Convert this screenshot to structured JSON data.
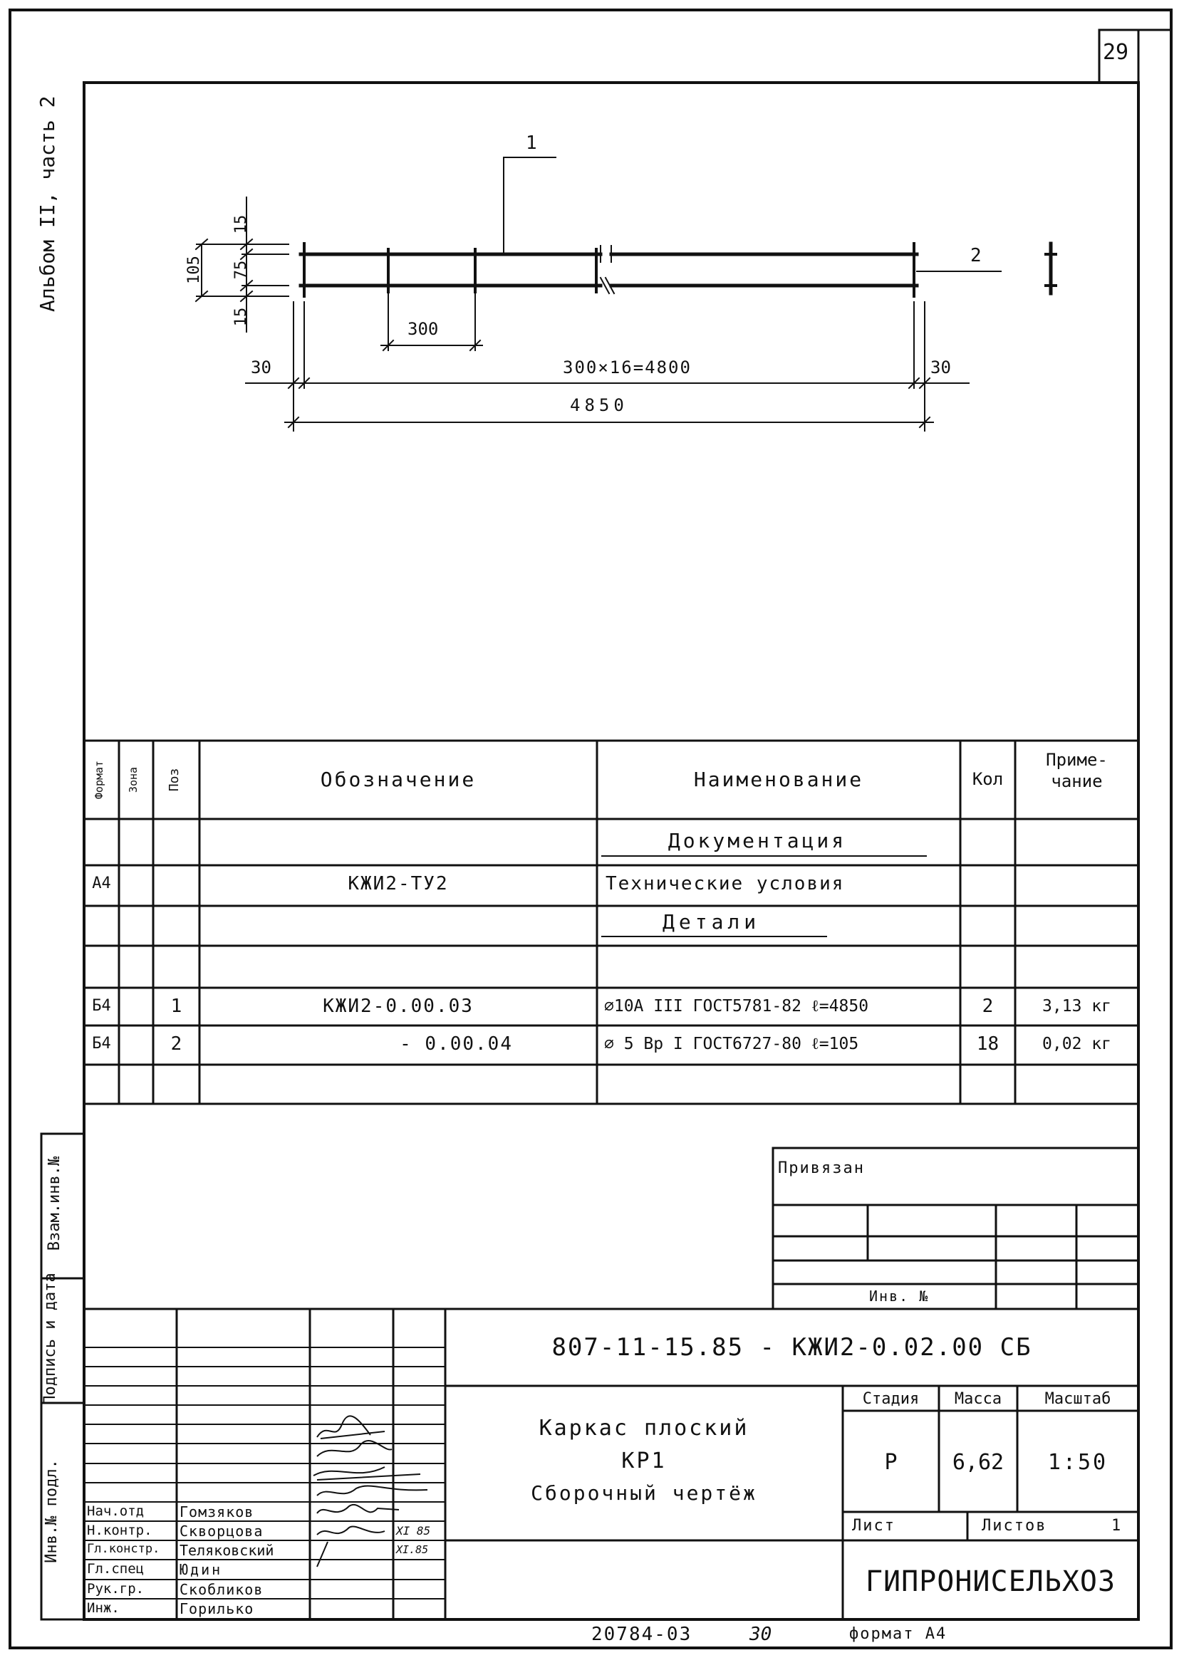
{
  "page_number": "29",
  "side_label": "Альбом II, часть 2",
  "left_strip": {
    "inv_podl": "Инв.№ подл.",
    "podpis_data": "Подпись и дата",
    "vzam_inv": "Взам.инв.№"
  },
  "drawing": {
    "leader_1": "1",
    "leader_2": "2",
    "dim_15_top": "15",
    "dim_75": "75",
    "dim_105": "105",
    "dim_15_bottom": "15",
    "dim_300": "300",
    "dim_30_left": "30",
    "dim_30_right": "30",
    "dim_series": "300×16=4800",
    "dim_total": "4850"
  },
  "spec": {
    "headers": {
      "format": "Формат",
      "zona": "Зона",
      "poz": "Поз",
      "oboznachenie": "Обозначение",
      "naimenovanie": "Наименование",
      "kol": "Кол",
      "primechanie": "Приме-\nчание"
    },
    "section_docs": "Документация",
    "docs_row": {
      "format": "А4",
      "oboz": "КЖИ2-ТУ2",
      "naim": "Технические условия"
    },
    "section_details": "Детали",
    "rows": [
      {
        "format": "Б4",
        "poz": "1",
        "oboz": "КЖИ2-0.00.03",
        "naim": "⌀10А III ГОСТ5781-82 ℓ=4850",
        "kol": "2",
        "prim": "3,13 кг"
      },
      {
        "format": "Б4",
        "poz": "2",
        "oboz": "- 0.00.04",
        "naim": "⌀ 5 Вр I ГОСТ6727-80 ℓ=105",
        "kol": "18",
        "prim": "0,02 кг"
      }
    ]
  },
  "privyazan": {
    "label": "Привязан",
    "inv": "Инв. №"
  },
  "title_block": {
    "doc_code": "807-11-15.85 - КЖИ2-0.02.00 СБ",
    "name_line1": "Каркас плоский",
    "name_line2": "КР1",
    "name_line3": "Сборочный чертёж",
    "stadia_label": "Стадия",
    "massa_label": "Масса",
    "masshtab_label": "Масштаб",
    "stadia": "Р",
    "massa": "6,62",
    "masshtab": "1:50",
    "list_label": "Лист",
    "listov_label": "Листов",
    "listov": "1",
    "org": "ГИПРОНИСЕЛЬХОЗ",
    "people": [
      {
        "role": "Нач.отд",
        "name": "Гомзяков",
        "date": ""
      },
      {
        "role": "Н.контр.",
        "name": "Скворцова",
        "date": "XI 85"
      },
      {
        "role": "Гл.констр.",
        "name": "Теляковский",
        "date": "XI.85"
      },
      {
        "role": "Гл.спец",
        "name": "Юдин",
        "date": ""
      },
      {
        "role": "Рук.гр.",
        "name": "Скобликов",
        "date": ""
      },
      {
        "role": "Инж.",
        "name": "Горилько",
        "date": ""
      }
    ]
  },
  "footer": {
    "inv_number": "20784-03",
    "sheet": "30",
    "format": "формат А4"
  }
}
